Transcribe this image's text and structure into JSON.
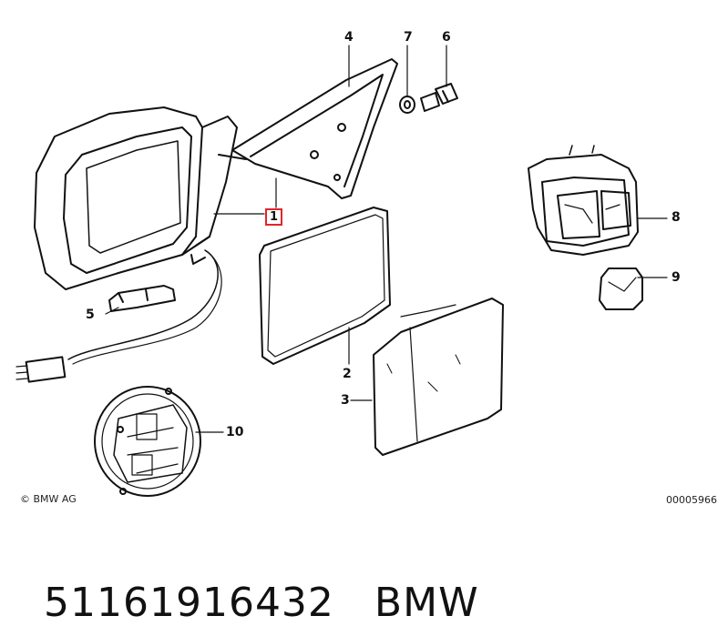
{
  "diagram": {
    "callouts": [
      {
        "id": "1",
        "label": "1",
        "highlighted": true
      },
      {
        "id": "2",
        "label": "2"
      },
      {
        "id": "3",
        "label": "3"
      },
      {
        "id": "4",
        "label": "4"
      },
      {
        "id": "5",
        "label": "5"
      },
      {
        "id": "6",
        "label": "6"
      },
      {
        "id": "7",
        "label": "7"
      },
      {
        "id": "8",
        "label": "8"
      },
      {
        "id": "9",
        "label": "9"
      },
      {
        "id": "10",
        "label": "10"
      }
    ],
    "copyright": "© BMW AG",
    "drawing_number": "00005966",
    "highlight_color": "#e0262b"
  },
  "footer": {
    "part_number": "51161916432",
    "brand": "BMW"
  }
}
